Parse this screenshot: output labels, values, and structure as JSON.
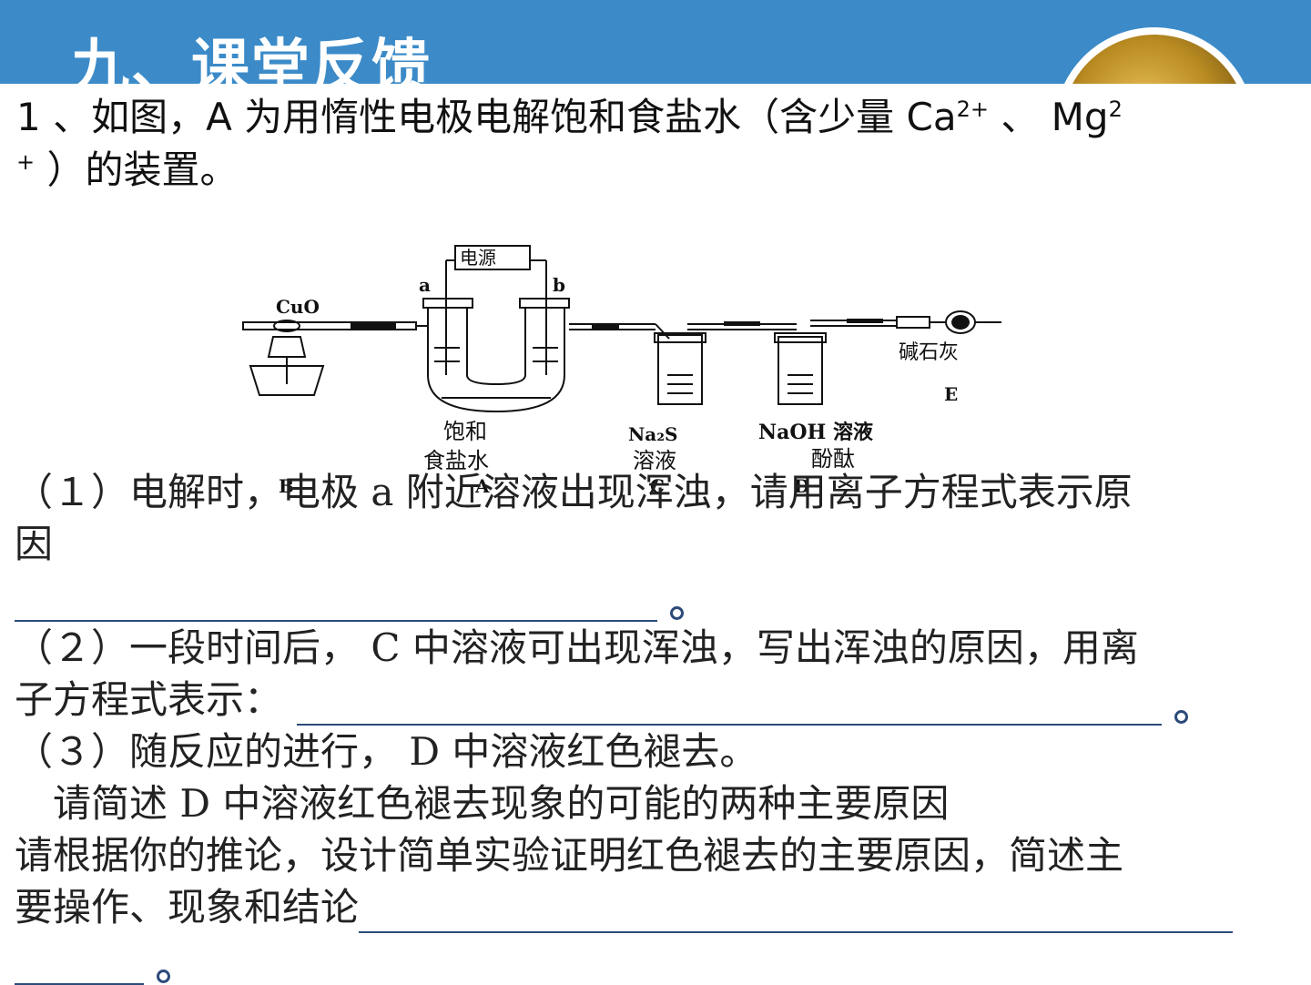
{
  "header": {
    "title": "九、课堂反馈"
  },
  "question": {
    "intro_main": "1 、如图，A 为用惰性电极电解饱和食盐水（含少量 Ca",
    "ca_charge": "2+",
    "mid": " 、 Mg",
    "mg_charge_a": "2",
    "mg_charge_b": "+",
    "intro_tail": "）的装置。"
  },
  "diagram": {
    "power_label": "电源",
    "electrode_a": "a",
    "electrode_b": "b",
    "cuo_label": "CuO",
    "soda_lime": "碱石灰",
    "label_e": "E",
    "brine_line1": "饱和",
    "brine_line2": "食盐水",
    "na2s_line1": "Na₂S",
    "na2s_line2": "溶液",
    "naoh_line1": "NaOH 溶液",
    "naoh_line2": "酚酞",
    "label_b": "B",
    "label_a": "A",
    "label_c": "C",
    "label_d": "D"
  },
  "parts": {
    "p1_line1": "（１）电解时，电极 a 附近溶液出现浑浊，请用离子方程式表示原",
    "p1_line2": "因",
    "p2_line1": "（２）一段时间后， C 中溶液可出现浑浊，写出浑浊的原因，用离",
    "p2_line2": "子方程式表示：",
    "p3_line1": "（３）随反应的进行， D 中溶液红色褪去。",
    "p3_line2": "　请简述 D 中溶液红色褪去现象的可能的两种主要原因",
    "p3_line3": "请根据你的推论，设计简单实验证明红色褪去的主要原因，简述主",
    "p3_line4": "要操作、现象和结论"
  },
  "colors": {
    "header": "#3c8bc8",
    "blank_line": "#2c4a7a"
  },
  "icons": {
    "emblem": "decorative-emblem-icon"
  }
}
